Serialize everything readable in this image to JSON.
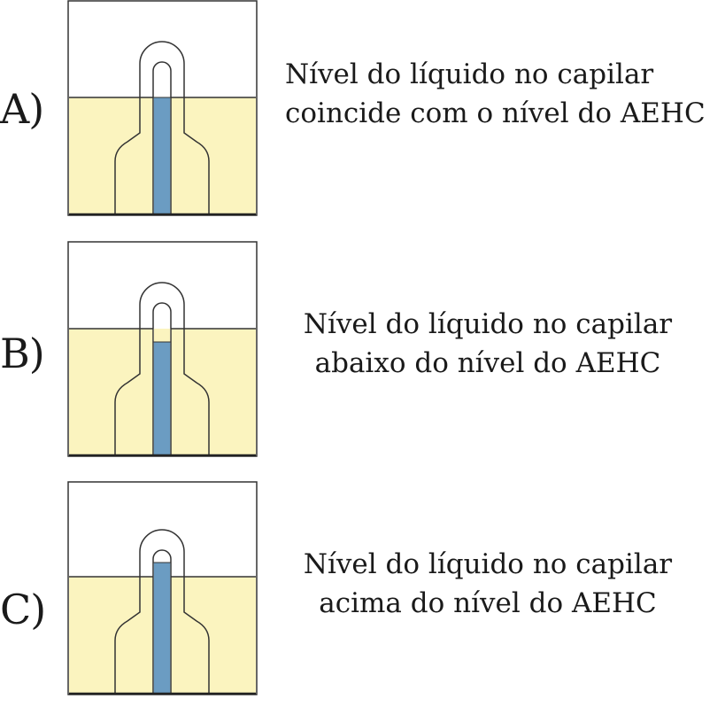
{
  "colors": {
    "liquid": "#fbf4bf",
    "capillary_liquid": "#6b9cc2",
    "outline": "#333333",
    "background": "#ffffff"
  },
  "panels": [
    {
      "letter": "A)",
      "caption_line1": "Nível do líquido no capilar",
      "caption_line2": "coincide com o nível do AEHC",
      "capillary_level": "coincide"
    },
    {
      "letter": "B)",
      "caption_line1": "Nível do líquido no capilar",
      "caption_line2": "abaixo do nível do AEHC",
      "capillary_level": "abaixo"
    },
    {
      "letter": "C)",
      "caption_line1": "Nível do líquido no capilar",
      "caption_line2": "acima do nível do AEHC",
      "capillary_level": "acima"
    }
  ]
}
